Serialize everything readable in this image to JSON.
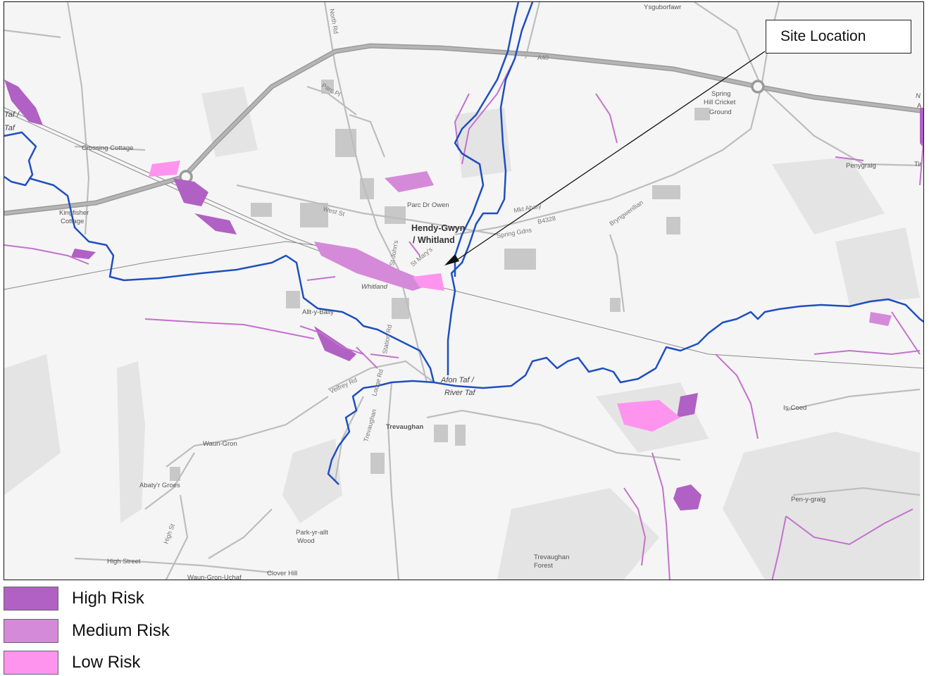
{
  "map": {
    "site_label": "Site Location",
    "places": {
      "hendy_gwyn": "Hendy-Gwyn",
      "whitland_town": "/ Whitland",
      "whitland": "Whitland",
      "trevaughan": "Trevaughan",
      "parc_dr_owen": "Parc Dr Owen",
      "crossing_cottage": "Crossing Cottage",
      "kingfisher_1": "Kingfisher",
      "kingfisher_2": "Cottage",
      "allt_y_baily": "Allt-y-Baily",
      "waun_gron": "Waun-Gron",
      "abaty_r_groes": "Abaty'r Groes",
      "park_yr_allt_1": "Park-yr-allt",
      "park_yr_allt_2": "Wood",
      "high_street": "High Street",
      "waun_gron_uchaf": "Waun-Gron-Uchaf",
      "clover_hill": "Clover Hill",
      "trevaughan_forest_1": "Trevaughan",
      "trevaughan_forest_2": "Forest",
      "pen_y_graig": "Pen-y-graig",
      "penygraig": "Penygraig",
      "is_coed": "Is-Coed",
      "spring_hill_1": "Spring",
      "spring_hill_2": "Hill Cricket",
      "spring_hill_3": "Ground",
      "ysguborfawr": "Ysguborfawr",
      "tir": "Tir",
      "edge_n": "N",
      "edge_a": "A"
    },
    "roads": {
      "a40": "A40",
      "b4328": "B4328",
      "north_rd": "North Rd",
      "west_st": "West St",
      "spring_gdns": "Spring Gdns",
      "market": "Mkt Abaty",
      "velfrey_rd": "Velfrey Rd",
      "station_rd": "Station Rd",
      "high_st": "High St",
      "lodge_rd": "Lodge Rd",
      "trevaughan_lodge": "Trevaughan",
      "bryngwenllian": "Bryngwenllian",
      "st_marys": "St Mary's",
      "st_johns": "St John's",
      "parc": "Parc Pl"
    },
    "rivers": {
      "afon_taf_1": "Afon Taf /",
      "afon_taf_2": "River Taf",
      "taf_w_1": "Taf /",
      "taf_w_2": "Taf"
    }
  },
  "legend": [
    {
      "label": "High Risk",
      "color": "#b061c3"
    },
    {
      "label": "Medium Risk",
      "color": "#d58ad9"
    },
    {
      "label": "Low Risk",
      "color": "#ff94ef"
    }
  ],
  "colors": {
    "river": "#1f4fbf",
    "a_road": "#9a9a9a",
    "background": "#f5f5f5"
  }
}
